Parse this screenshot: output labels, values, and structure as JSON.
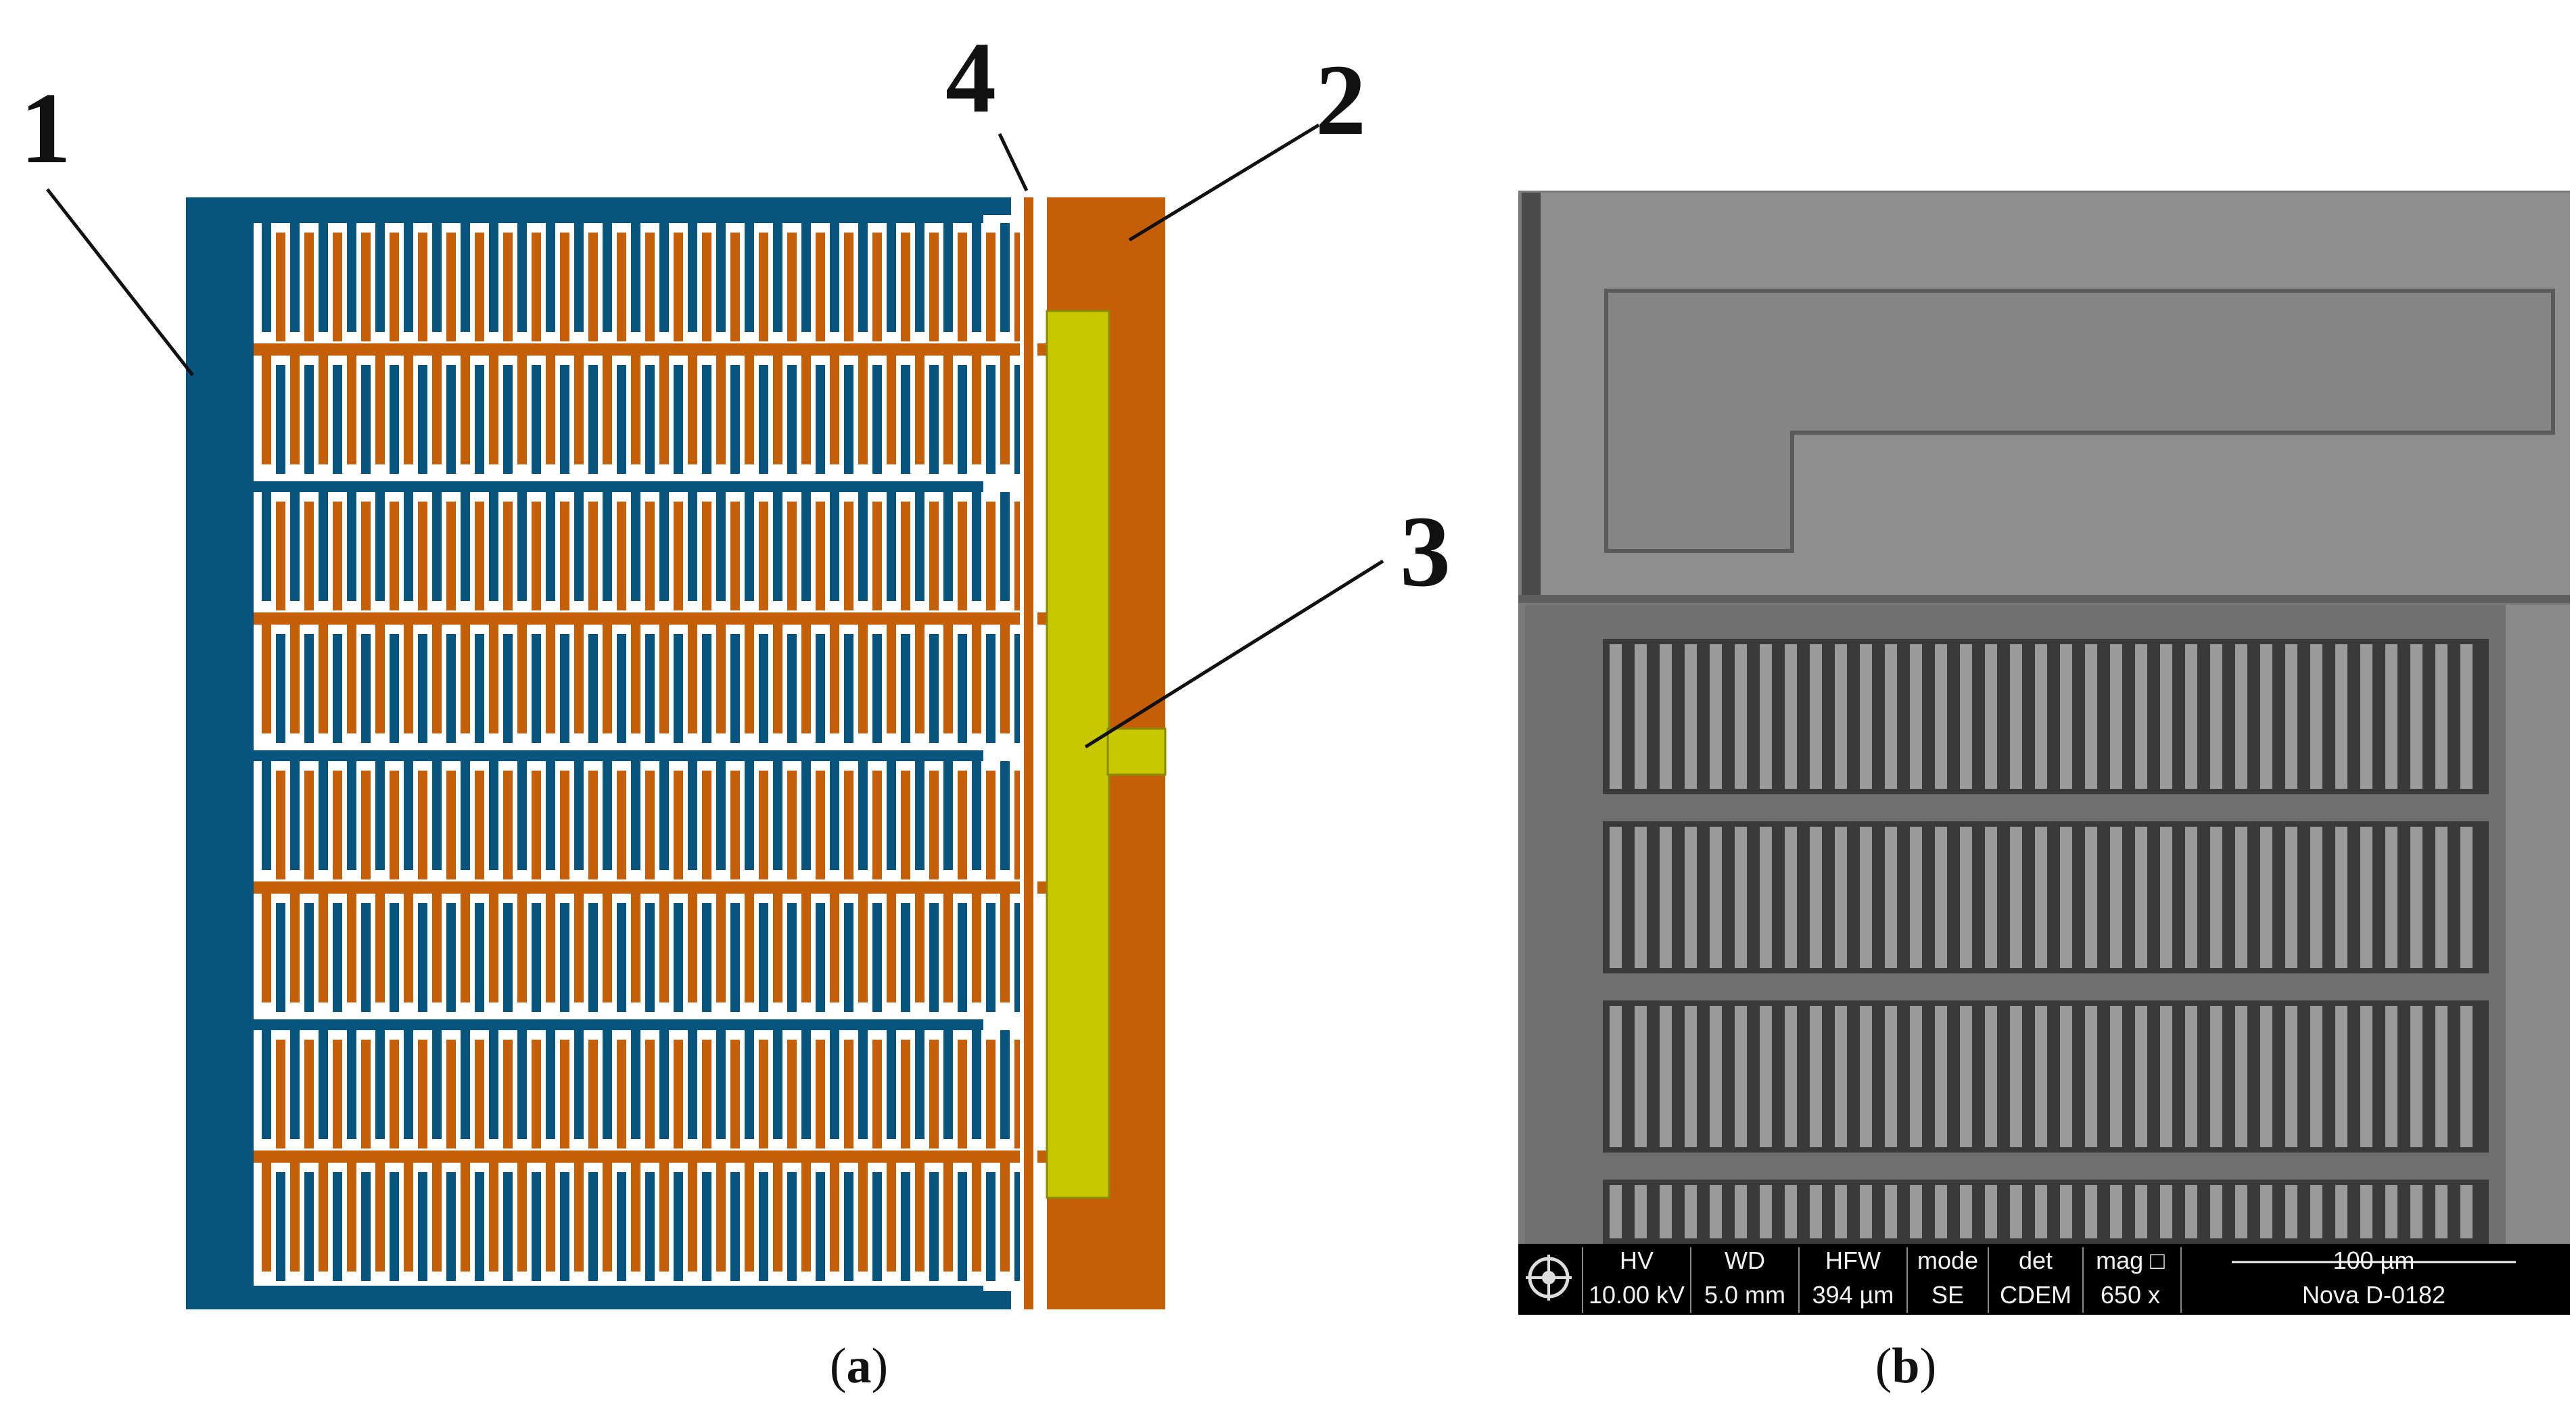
{
  "colors": {
    "electrode_left": "#07557f",
    "electrode_right": "#c55f07",
    "pad": "#c8c800",
    "background": "#ffffff",
    "sem_background": "#7a7a7a"
  },
  "callouts": [
    "1",
    "2",
    "3",
    "4"
  ],
  "captions": {
    "a_open": "(",
    "a_letter": "a",
    "a_close": ")",
    "b_open": "(",
    "b_letter": "b",
    "b_close": ")"
  },
  "sem_info": {
    "headers": [
      "HV",
      "WD",
      "HFW",
      "mode",
      "det",
      "mag □"
    ],
    "values": [
      "10.00 kV",
      "5.0 mm",
      "394 µm",
      "SE",
      "CDEM",
      "650 x"
    ],
    "scale_bar": "100 µm",
    "instrument": "Nova D-0182"
  },
  "icons": [
    "fei-logo-icon"
  ]
}
